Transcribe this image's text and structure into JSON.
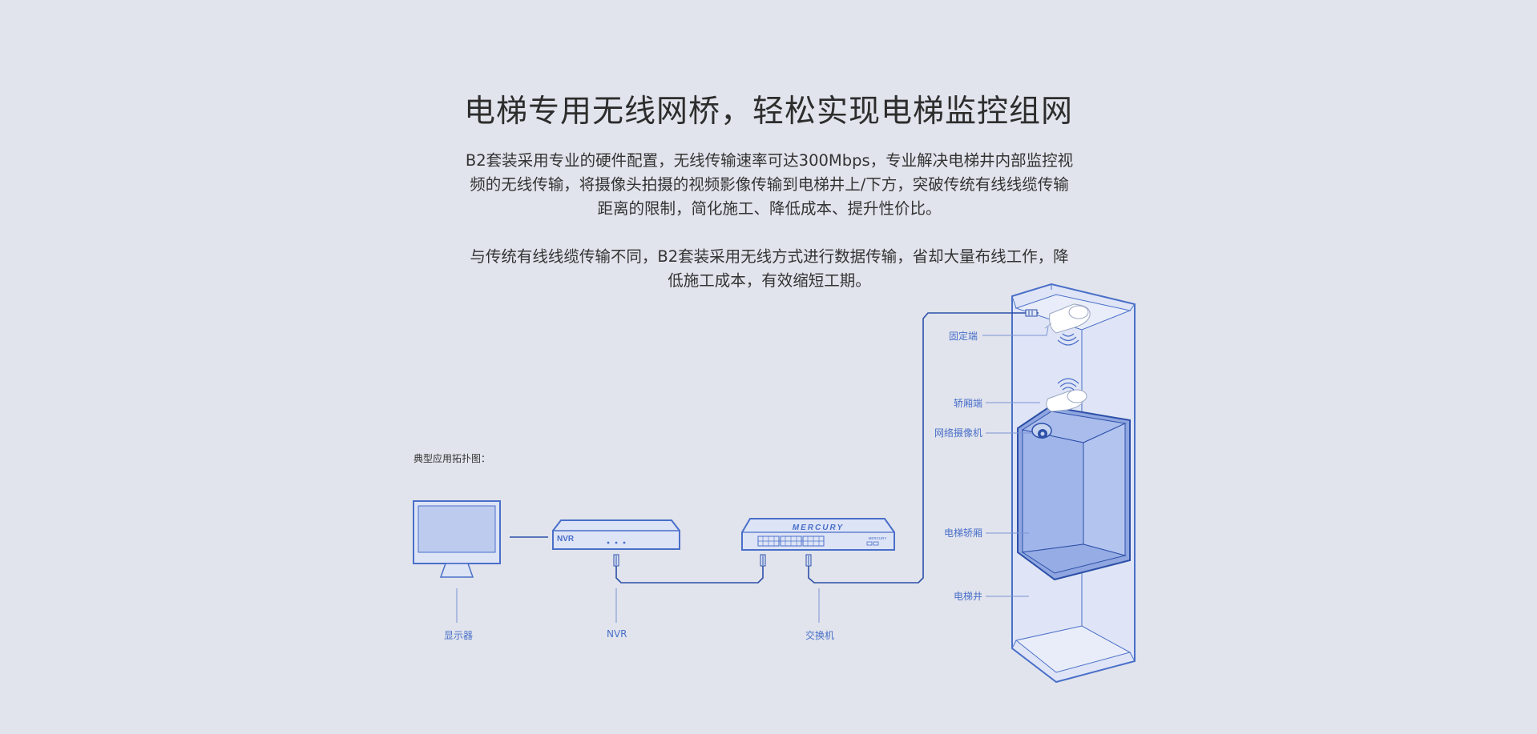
{
  "title": "电梯专用无线网桥，轻松实现电梯监控组网",
  "paragraph1": "B2套装采用专业的硬件配置，无线传输速率可达300Mbps，专业解决电梯井内部监控视频的无线传输，将摄像头拍摄的视频影像传输到电梯井上/下方，突破传统有线线缆传输距离的限制，简化施工、降低成本、提升性价比。",
  "paragraph2": "与传统有线线缆传输不同，B2套装采用无线方式进行数据传输，省却大量布线工作，降低施工成本，有效缩短工期。",
  "diagram": {
    "section_label": "典型应用拓扑图：",
    "nodes": {
      "monitor": "显示器",
      "nvr": "NVR",
      "nvr_device_text": "NVR",
      "switch": "交换机",
      "switch_brand": "MERCURY",
      "switch_small_brand": "MERCURY",
      "fixed_end": "固定端",
      "car_end": "轿厢端",
      "camera": "网络摄像机",
      "elevator_car": "电梯轿厢",
      "elevator_shaft": "电梯井"
    },
    "colors": {
      "line": "#4a6fc9",
      "dark_line": "#2c4fa8",
      "light_fill": "#c7d4f0",
      "mid_fill": "#9db2e6",
      "shaft_fill": "#d6def4"
    }
  }
}
